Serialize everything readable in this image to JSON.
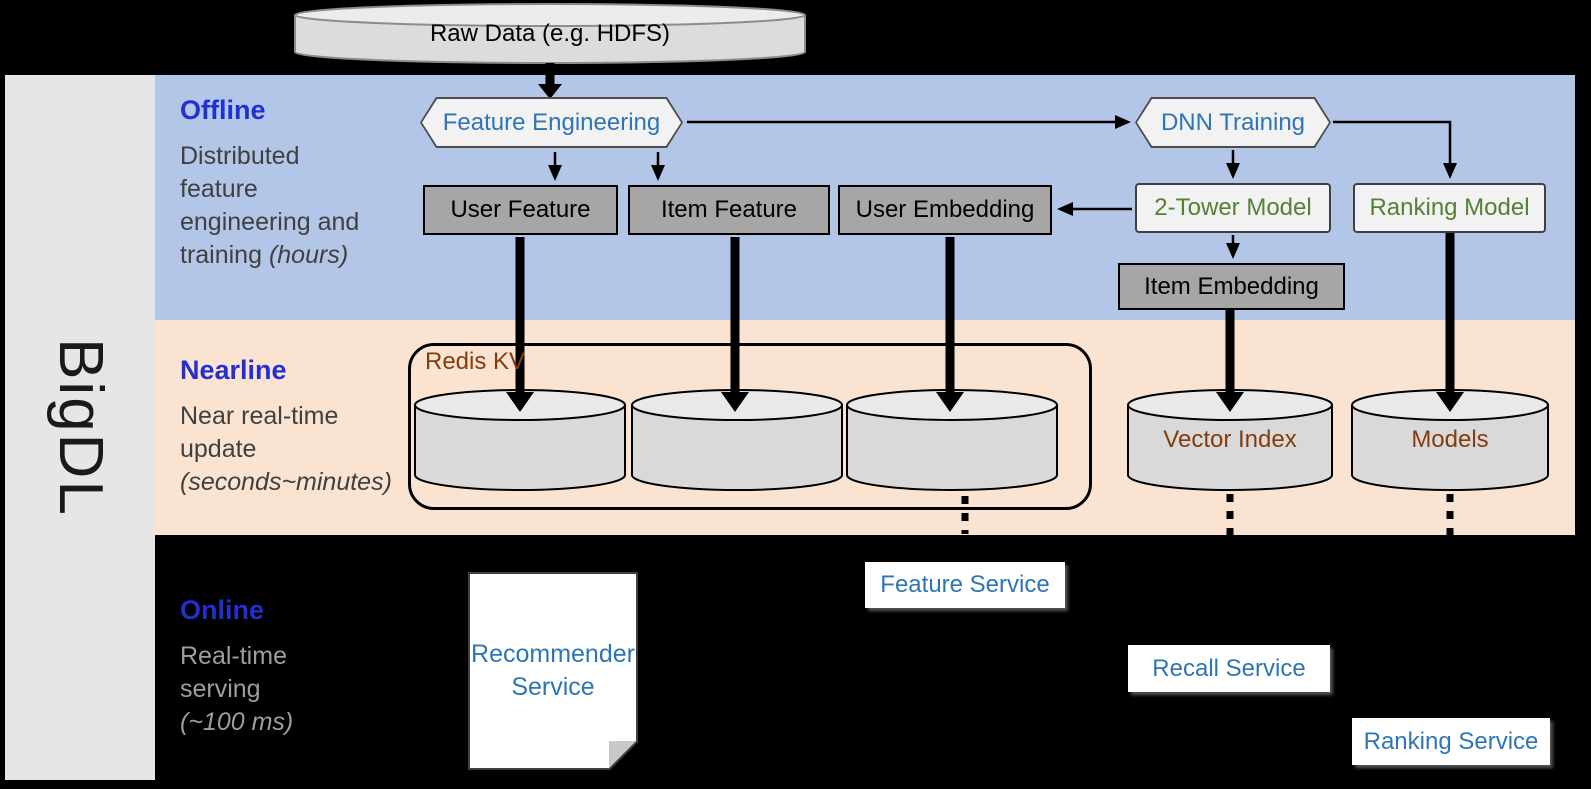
{
  "sidebar": {
    "brand": "BigDL"
  },
  "source": {
    "label": "Raw Data (e.g. HDFS)"
  },
  "bands": {
    "offline": {
      "title": "Offline",
      "desc_line1": "Distributed",
      "desc_line2": "feature",
      "desc_line3": "engineering and",
      "desc_line4_plain": "training ",
      "desc_line4_italic": "(hours)"
    },
    "nearline": {
      "title": "Nearline",
      "desc_line1": "Near real-time",
      "desc_line2": "update",
      "desc_line3_italic": "(seconds~minutes)"
    },
    "online": {
      "title": "Online",
      "desc_line1": "Real-time",
      "desc_line2": "serving",
      "desc_line3_italic": "(~100 ms)"
    }
  },
  "offline_nodes": {
    "feature_engineering": "Feature Engineering",
    "dnn_training": "DNN Training",
    "user_feature": "User Feature",
    "item_feature": "Item Feature",
    "user_embedding": "User Embedding",
    "two_tower_model": "2-Tower Model",
    "ranking_model": "Ranking Model",
    "item_embedding": "Item Embedding"
  },
  "nearline_nodes": {
    "redis_kv": "Redis KV",
    "vector_index": "Vector Index",
    "models": "Models"
  },
  "online_nodes": {
    "recommender_service_line1": "Recommender",
    "recommender_service_line2": "Service",
    "feature_service": "Feature Service",
    "recall_service": "Recall Service",
    "ranking_service": "Ranking Service"
  },
  "colors": {
    "offline_band": "#b3c6e7",
    "nearline_band": "#fbe3d1",
    "online_band": "#000000",
    "band_title_blue": "#2230cf",
    "node_text_blue": "#2e75b6",
    "node_text_green": "#538135",
    "node_text_brown": "#843c0c",
    "dark_box_fill": "#a6a6a6",
    "light_box_fill": "#f2f2f2",
    "cylinder_fill": "#d9d9d9",
    "sidebar_fill": "#e7e6e6"
  }
}
